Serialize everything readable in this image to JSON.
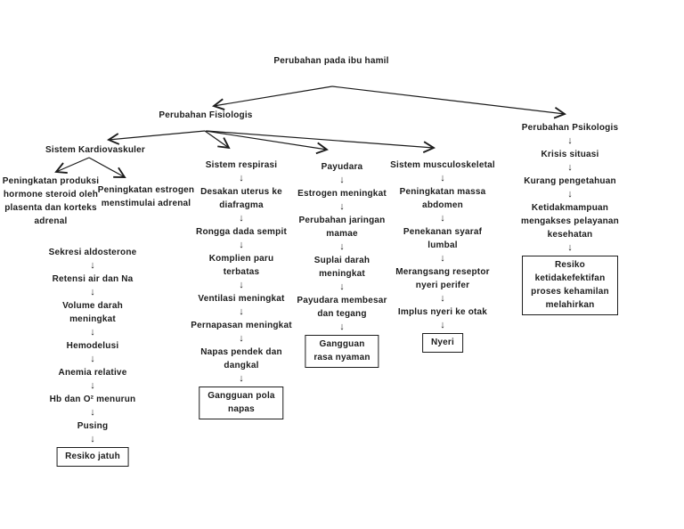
{
  "page": {
    "background": "#ffffff",
    "ink": "#1c1c1c"
  },
  "icons": {
    "down_arrow": "↓"
  },
  "title": "Perubahan pada ibu hamil",
  "nodes": {
    "fisiologis": "Perubahan Fisiologis",
    "kardiovaskuler": "Sistem Kardiovaskuler",
    "kardio_child_left": "Peningkatan produksi\nhormone steroid oleh\nplasenta dan korteks\nadrenal",
    "kardio_child_right": "Peningkatan estrogen\nmenstimulai adrenal"
  },
  "chains": {
    "kardio": {
      "steps": [
        {
          "label": "Sekresi aldosterone",
          "box": false
        },
        {
          "label": "Retensi air dan Na",
          "box": false
        },
        {
          "label": "Volume darah\nmeningkat",
          "box": false
        },
        {
          "label": "Hemodelusi",
          "box": false
        },
        {
          "label": "Anemia relative",
          "box": false
        },
        {
          "label": "Hb dan O² menurun",
          "box": false
        },
        {
          "label": "Pusing",
          "box": false
        },
        {
          "label": "Resiko jatuh",
          "box": true
        }
      ]
    },
    "respirasi": {
      "steps": [
        {
          "label": "Sistem respirasi",
          "box": false
        },
        {
          "label": "Desakan uterus ke\ndiafragma",
          "box": false
        },
        {
          "label": "Rongga dada sempit",
          "box": false
        },
        {
          "label": "Komplien paru\nterbatas",
          "box": false
        },
        {
          "label": "Ventilasi meningkat",
          "box": false
        },
        {
          "label": "Pernapasan meningkat",
          "box": false
        },
        {
          "label": "Napas pendek dan\ndangkal",
          "box": false
        },
        {
          "label": "Gangguan pola\nnapas",
          "box": true
        }
      ]
    },
    "payudara": {
      "steps": [
        {
          "label": "Payudara",
          "box": false
        },
        {
          "label": "Estrogen meningkat",
          "box": false
        },
        {
          "label": "Perubahan jaringan\nmamae",
          "box": false
        },
        {
          "label": "Suplai darah\nmeningkat",
          "box": false
        },
        {
          "label": "Payudara membesar\ndan tegang",
          "box": false
        },
        {
          "label": "Gangguan\nrasa nyaman",
          "box": true
        }
      ]
    },
    "musculoskeletal": {
      "steps": [
        {
          "label": "Sistem musculoskeletal",
          "box": false
        },
        {
          "label": "Peningkatan massa\nabdomen",
          "box": false
        },
        {
          "label": "Penekanan syaraf\nlumbal",
          "box": false
        },
        {
          "label": "Merangsang reseptor\nnyeri perifer",
          "box": false
        },
        {
          "label": "Implus nyeri ke otak",
          "box": false
        },
        {
          "label": "Nyeri",
          "box": true
        }
      ]
    },
    "psikologis": {
      "steps": [
        {
          "label": "Perubahan Psikologis",
          "box": false
        },
        {
          "label": "Krisis situasi",
          "box": false
        },
        {
          "label": "Kurang pengetahuan",
          "box": false
        },
        {
          "label": "Ketidakmampuan\nmengakses pelayanan\nkesehatan",
          "box": false
        },
        {
          "label": "Resiko\nketidakefektifan\nproses kehamilan\nmelahirkan",
          "box": true
        }
      ]
    }
  },
  "edges": [
    {
      "from": "Perubahan pada ibu hamil",
      "to": "Perubahan Fisiologis"
    },
    {
      "from": "Perubahan pada ibu hamil",
      "to": "Perubahan Psikologis"
    },
    {
      "from": "Perubahan Fisiologis",
      "to": "Sistem Kardiovaskuler"
    },
    {
      "from": "Perubahan Fisiologis",
      "to": "Sistem respirasi"
    },
    {
      "from": "Perubahan Fisiologis",
      "to": "Payudara"
    },
    {
      "from": "Perubahan Fisiologis",
      "to": "Sistem musculoskeletal"
    },
    {
      "from": "Sistem Kardiovaskuler",
      "to": "Peningkatan produksi hormone steroid oleh plasenta dan korteks adrenal"
    },
    {
      "from": "Sistem Kardiovaskuler",
      "to": "Peningkatan estrogen menstimulai adrenal"
    }
  ]
}
